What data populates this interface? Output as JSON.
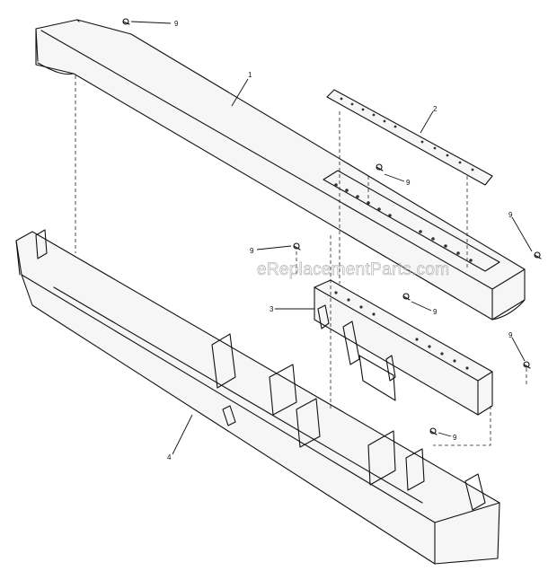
{
  "watermark": "eReplacementParts.com",
  "callouts": {
    "c1": "1",
    "c2": "2",
    "c3": "3",
    "c4": "4",
    "c9a": "9",
    "c9b": "9",
    "c9c": "9",
    "c9d": "9",
    "c9e": "9",
    "c9f": "9",
    "c9g": "9"
  }
}
